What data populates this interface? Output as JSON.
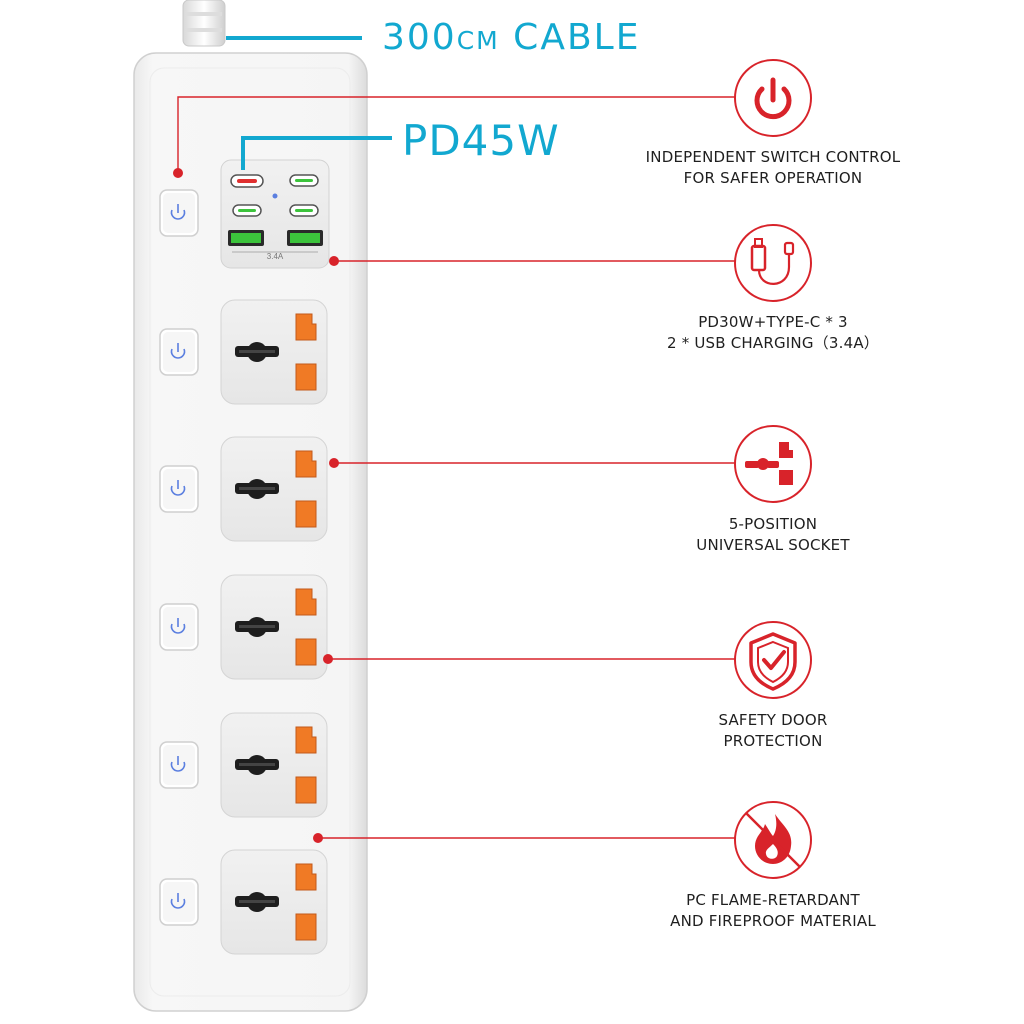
{
  "callouts": {
    "cable": "300cm CABLE",
    "pd": "PD45W"
  },
  "port_panel": {
    "usb_rating": "3.4A"
  },
  "features": [
    {
      "icon": "power-icon",
      "lines": [
        "INDEPENDENT SWITCH CONTROL",
        "FOR SAFER OPERATION"
      ]
    },
    {
      "icon": "usb-cable-icon",
      "lines": [
        "PD30W+TYPE-C * 3",
        "2 * USB CHARGING（3.4A）"
      ]
    },
    {
      "icon": "socket-icon",
      "lines": [
        "5-POSITION",
        "UNIVERSAL SOCKET"
      ]
    },
    {
      "icon": "shield-check-icon",
      "lines": [
        "SAFETY DOOR",
        "PROTECTION"
      ]
    },
    {
      "icon": "no-fire-icon",
      "lines": [
        "PC FLAME-RETARDANT",
        "AND FIREPROOF MATERIAL"
      ]
    }
  ],
  "colors": {
    "accent_red": "#d8232a",
    "callout_blue": "#12a8d0",
    "socket_orange": "#f07a25",
    "switch_blue": "#5b7fe0",
    "usb_green": "#3cc43c"
  }
}
